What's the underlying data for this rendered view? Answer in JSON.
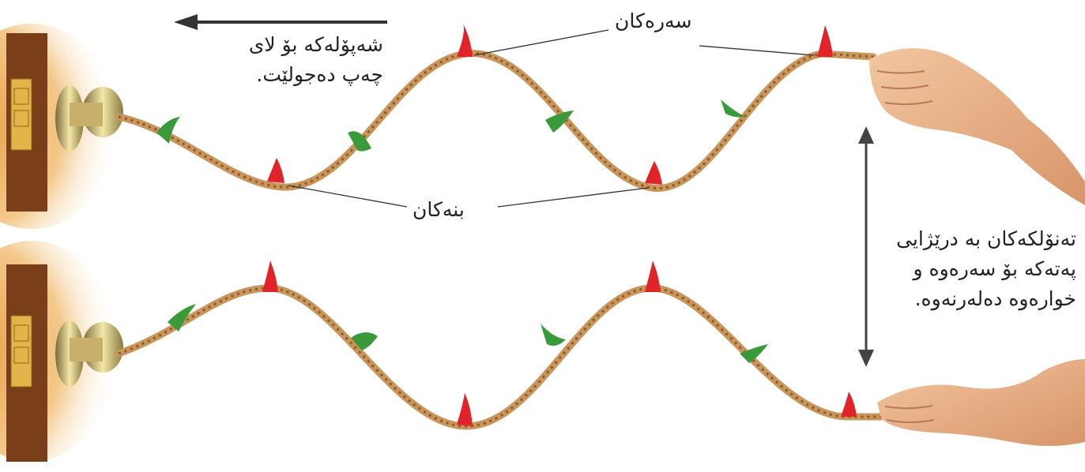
{
  "labels": {
    "peaks": "سەرەکان",
    "troughs": "بنەکان",
    "wave_direction": [
      "شەپۆلەکە بۆ لای",
      "چەپ دەجولێت."
    ],
    "particle_motion": [
      "تەنۆلکەکان بە درێژایی",
      "پەتەکە بۆ سەرەوە و",
      "خوارەوە دەلەرنەوە."
    ]
  },
  "colors": {
    "rope": "#c9955a",
    "rope_stripe": "#8a5a2c",
    "peak_marker": "#e0242a",
    "middle_marker": "#3a9a3a",
    "wall": "#8a4a20",
    "arrow": "#333333",
    "label_text": "#222222"
  },
  "icons": [
    "wall-mount-icon",
    "hand-icon",
    "left-arrow-icon",
    "double-arrow-icon"
  ]
}
